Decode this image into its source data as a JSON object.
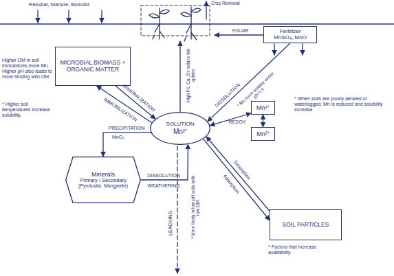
{
  "diagram": {
    "nodes": [
      {
        "text": [
          "Fertilizer",
          "MnSO₄, MnO"
        ]
      },
      {
        "text": [
          "MICROBIAL BIOMASS + ORGANIC MATTER"
        ]
      },
      {
        "text": [
          "SOLUTION",
          "Mn²⁺"
        ]
      },
      {
        "text": [
          "Mn⁴⁺"
        ]
      },
      {
        "text": [
          "Mn²⁺"
        ]
      },
      {
        "text": [
          "Minerals",
          "Primary / Secondary",
          "(Pyrolusite, Manganite)"
        ]
      },
      {
        "text": [
          "SOIL PARTICLES"
        ]
      }
    ],
    "edges": [
      {
        "from": 0,
        "to": 2,
        "arrow": "to",
        "label": "DISSOLUTION"
      },
      {
        "from": 1,
        "to": 2,
        "arrow": "to",
        "label": "MINERALIZATION"
      },
      {
        "from": 2,
        "to": 1,
        "arrow": "to",
        "label": "IMMOBILIZATION"
      },
      {
        "from": 2,
        "to": 3,
        "arrow": "both"
      },
      {
        "from": 3,
        "to": 4,
        "arrow": "both",
        "label": "REDOX"
      },
      {
        "from": 2,
        "to": 5,
        "arrow": "to",
        "label": "PRECIPITATION"
      },
      {
        "from": 5,
        "to": 2,
        "arrow": "to",
        "label": "DISSOLUTION"
      },
      {
        "from": 6,
        "to": 2,
        "arrow": "to",
        "label": "Desorption"
      },
      {
        "from": 2,
        "to": 6,
        "arrow": "to",
        "label": "Adsorption"
      }
    ],
    "labels": [
      "Residue, Manure, Biosolid",
      "Crop Removal",
      "FOLIAR",
      "Higher OM in soil immobilizes more Mn. Higher pH also leads to more binding with OM.",
      "* Higher soil temperatures increase solubility.",
      "High Fe, Cu, Zn reduce Mn uptake",
      "* Mn more soluble under pH 5.5",
      "* When soils are poorly aerated or waterlogged, Mn is reduced and solubility increase",
      "MnO₂",
      "WEATHERING",
      "LEACHING",
      "* More likely in low pH soils with low OM.",
      "* Factors that increase availability."
    ]
  }
}
